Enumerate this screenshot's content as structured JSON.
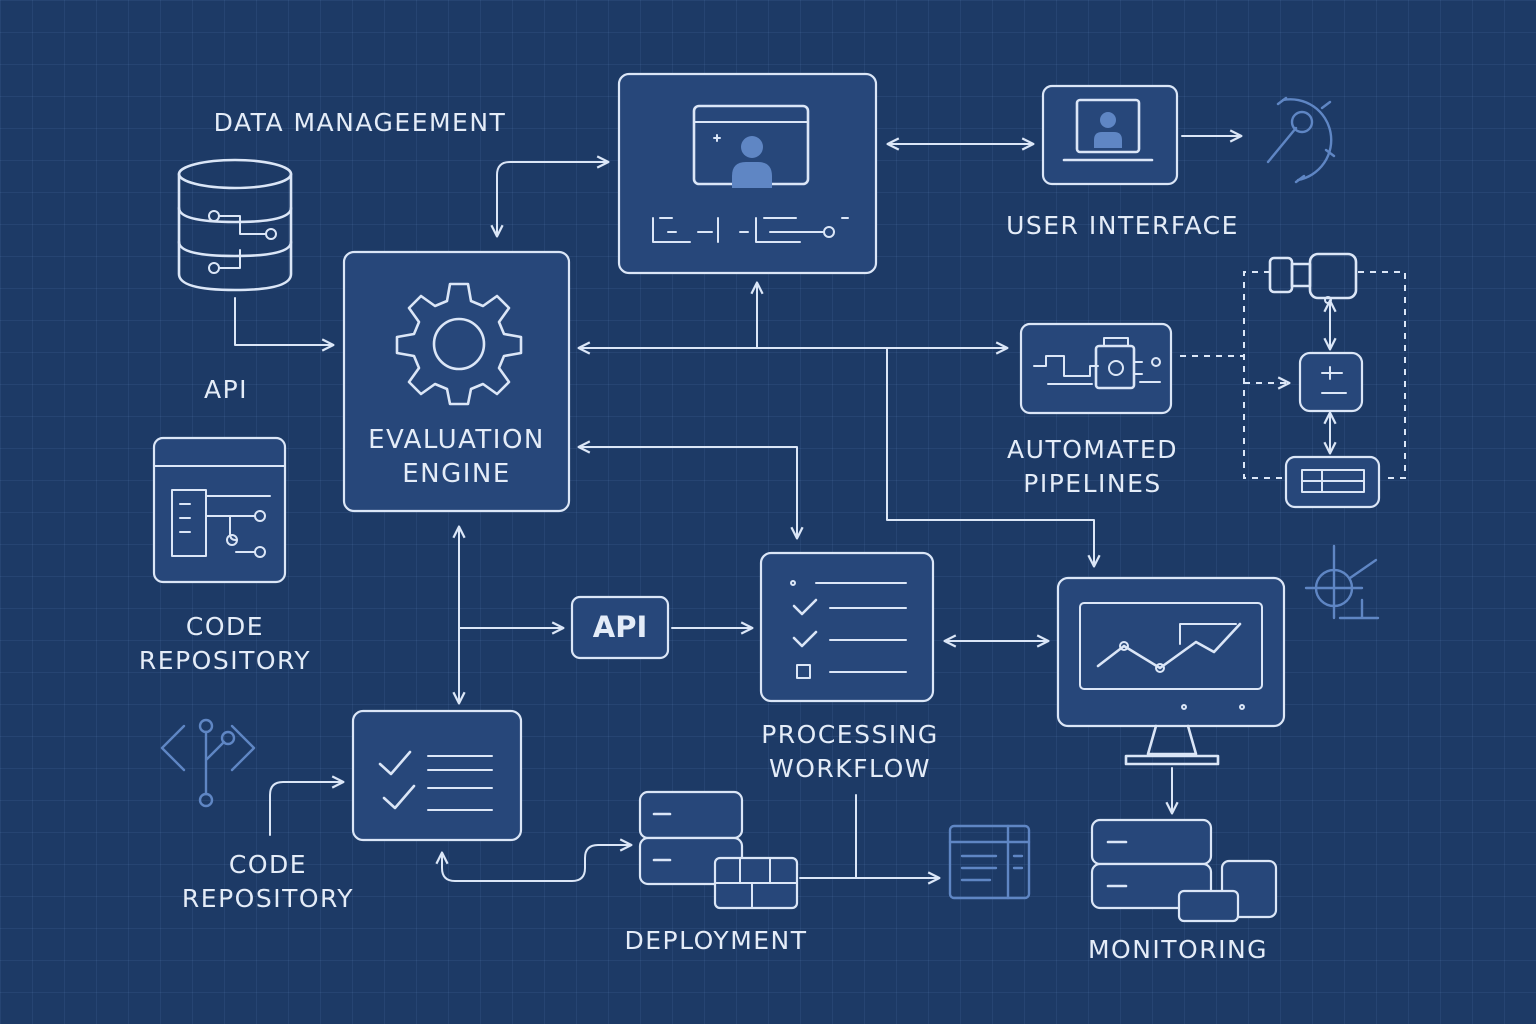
{
  "labels": {
    "data_management": "DATA MANAGEEMENT",
    "api_left": "API",
    "code_repository_1": [
      "CODE",
      "REPOSITORY"
    ],
    "code_repository_2": [
      "CODE",
      "REPOSITORY"
    ],
    "evaluation_engine": [
      "EVALUATION",
      "ENGINE"
    ],
    "user_interface": "USER INTERFACE",
    "automated_pipelines": [
      "AUTOMATED",
      "PIPELINES"
    ],
    "api_box": "API",
    "processing_workflow": [
      "PROCESSING",
      "WORKFLOW"
    ],
    "deployment": "DEPLOYMENT",
    "monitoring": "MONITORING"
  },
  "icons": [
    "database-icon",
    "gear-icon",
    "user-screen-icon",
    "laptop-user-icon",
    "wrench-gear-icon",
    "code-window-icon",
    "checklist-icon",
    "server-stack-icon",
    "monitor-chart-icon",
    "git-branch-icon",
    "crosshair-icon",
    "document-icon",
    "pipeline-icon"
  ],
  "colors": {
    "background": "#1d3a66",
    "box_fill": "#27477a",
    "line": "#dbe6f7",
    "accent": "#5f86c4"
  }
}
